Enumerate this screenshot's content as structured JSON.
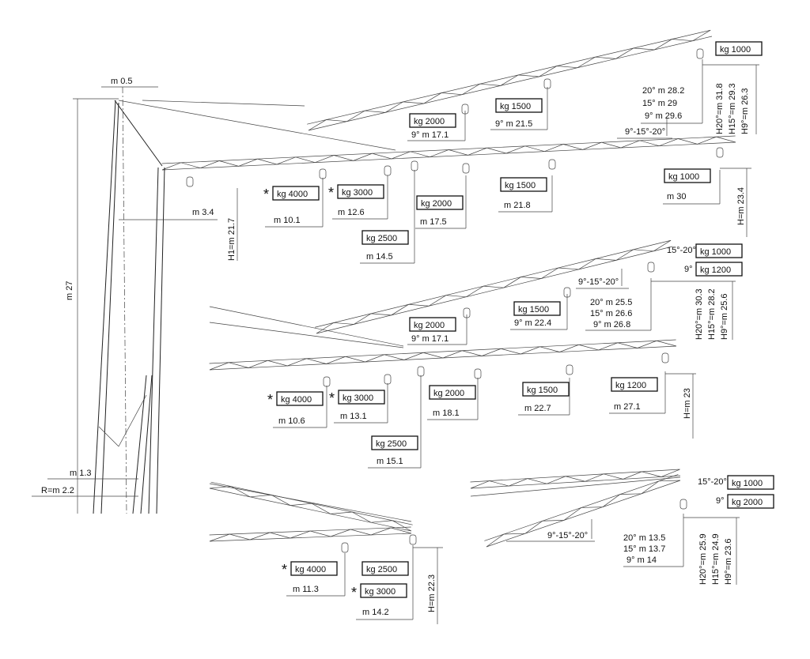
{
  "mast": {
    "top_offset": "m 0.5",
    "height": "m 27",
    "jib_offset": "m 3.4",
    "h1": "H1=m 21.7",
    "base_1": "m 1.3",
    "base_radius": "R=m 2.2"
  },
  "config_a": {
    "luffed": {
      "angle_label": "9°-15°-20°",
      "tip_load": "kg 1000",
      "radii": [
        "20° m 28.2",
        "15° m 29",
        "9° m 29.6"
      ],
      "heights": [
        "H20°=m 31.8",
        "H15°=m 29.3",
        "H9°=m 26.3"
      ],
      "mid_load": "kg 1500",
      "mid_radius": "9° m 21.5",
      "inner_load": "kg 2000",
      "inner_radius": "9° m 17.1"
    },
    "horizontal": {
      "loads": [
        {
          "star": "*",
          "load": "kg 4000",
          "radius": "m 10.1"
        },
        {
          "star": "*",
          "load": "kg 3000",
          "radius": "m 12.6"
        },
        {
          "load": "kg 2500",
          "radius": "m 14.5"
        },
        {
          "load": "kg 2000",
          "radius": "m 17.5"
        },
        {
          "load": "kg 1500",
          "radius": "m 21.8"
        },
        {
          "load": "kg 1000",
          "radius": "m 30"
        }
      ],
      "height": "H=m 23.4"
    }
  },
  "config_b": {
    "luffed": {
      "angle_label": "9°-15°-20°",
      "tip_angle_1": "15°-20°",
      "tip_load_1": "kg 1000",
      "tip_angle_2": "9°",
      "tip_load_2": "kg 1200",
      "radii": [
        "20° m 25.5",
        "15° m 26.6",
        "9° m 26.8"
      ],
      "heights": [
        "H20°=m 30.3",
        "H15°=m 28.2",
        "H9°=m 25.6"
      ],
      "mid_load": "kg 1500",
      "mid_radius": "9° m 22.4",
      "inner_load": "kg 2000",
      "inner_radius": "9° m 17.1"
    },
    "horizontal": {
      "loads": [
        {
          "star": "*",
          "load": "kg 4000",
          "radius": "m 10.6"
        },
        {
          "star": "*",
          "load": "kg 3000",
          "radius": "m 13.1"
        },
        {
          "load": "kg 2500",
          "radius": "m 15.1"
        },
        {
          "load": "kg 2000",
          "radius": "m 18.1"
        },
        {
          "load": "kg 1500",
          "radius": "m 22.7"
        },
        {
          "load": "kg 1200",
          "radius": "m 27.1"
        }
      ],
      "height": "H=m 23"
    }
  },
  "config_c": {
    "loads": [
      {
        "star": "*",
        "load": "kg 4000",
        "radius": "m 11.3"
      },
      {
        "star": "*",
        "load": "kg 3000",
        "radius": "m 14.2"
      },
      {
        "load": "kg 2500"
      }
    ],
    "height": "H=m 22.3"
  },
  "config_d": {
    "angle_label": "9°-15°-20°",
    "tip_angle_1": "15°-20°",
    "tip_load_1": "kg 1000",
    "tip_angle_2": "9°",
    "tip_load_2": "kg 2000",
    "radii": [
      "20° m 13.5",
      "15° m 13.7",
      "9° m 14"
    ],
    "heights": [
      "H20°=m 25.9",
      "H15°=m 24.9",
      "H9°=m 23.6"
    ]
  }
}
